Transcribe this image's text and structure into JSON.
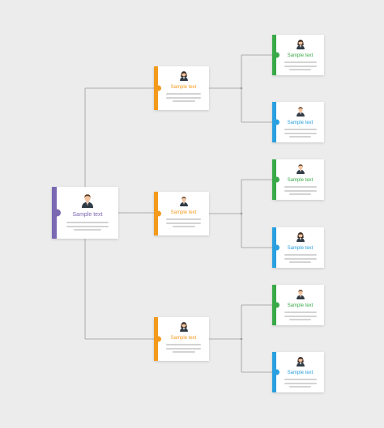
{
  "colors": {
    "root": "#7a68b2",
    "level1": "#f39a1c",
    "green": "#3aaa48",
    "blue": "#2aa0e0",
    "connector": "#9a9a9a"
  },
  "root": {
    "title": "Sample text",
    "color": "#7a68b2",
    "avatar": "male-avatar-icon"
  },
  "managers": [
    {
      "title": "Sample text",
      "color": "#f39a1c",
      "avatar": "female-avatar-icon",
      "reports": [
        {
          "title": "Sample text",
          "color": "#3aaa48",
          "avatar": "female-avatar-icon"
        },
        {
          "title": "Sample text",
          "color": "#2aa0e0",
          "avatar": "male-avatar-icon"
        }
      ]
    },
    {
      "title": "Sample text",
      "color": "#f39a1c",
      "avatar": "male-avatar-icon",
      "reports": [
        {
          "title": "Sample text",
          "color": "#3aaa48",
          "avatar": "male-avatar-icon"
        },
        {
          "title": "Sample text",
          "color": "#2aa0e0",
          "avatar": "female-avatar-icon"
        }
      ]
    },
    {
      "title": "Sample text",
      "color": "#f39a1c",
      "avatar": "female-avatar-icon",
      "reports": [
        {
          "title": "Sample text",
          "color": "#3aaa48",
          "avatar": "male-avatar-icon"
        },
        {
          "title": "Sample text",
          "color": "#2aa0e0",
          "avatar": "female-avatar-icon"
        }
      ]
    }
  ]
}
